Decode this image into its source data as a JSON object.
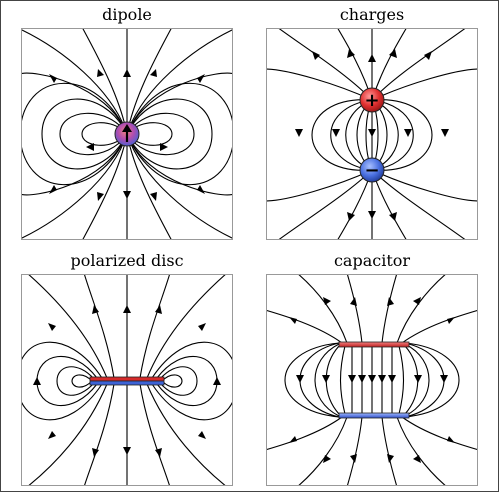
{
  "panels": [
    {
      "id": "dipole",
      "title": "dipole"
    },
    {
      "id": "charges",
      "title": "charges"
    },
    {
      "id": "disc",
      "title": "polarized disc"
    },
    {
      "id": "capacitor",
      "title": "capacitor"
    }
  ],
  "symbols": {
    "positive": "+",
    "negative": "−"
  },
  "colors": {
    "positive": "#d62a2a",
    "negative": "#3d63d6",
    "line": "#000000",
    "border": "#999999"
  }
}
